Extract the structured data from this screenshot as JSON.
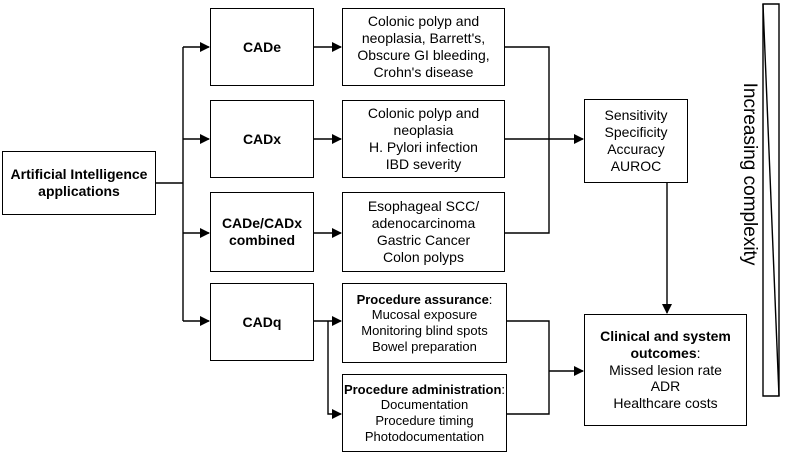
{
  "root": {
    "line1": "Artificial Intelligence",
    "line2": "applications"
  },
  "categories": {
    "cade": "CADe",
    "cadx": "CADx",
    "combined_line1": "CADe/CADx",
    "combined_line2": "combined",
    "cadq": "CADq"
  },
  "cade_apps": [
    "Colonic polyp and",
    "neoplasia, Barrett's,",
    "Obscure GI bleeding,",
    "Crohn's disease"
  ],
  "cadx_apps": [
    "Colonic polyp and",
    "neoplasia",
    "H. Pylori infection",
    "IBD severity"
  ],
  "combined_apps": [
    "Esophageal SCC/",
    "adenocarcinoma",
    "Gastric Cancer",
    "Colon polyps"
  ],
  "procedure_assurance": {
    "title": "Procedure assurance",
    "items": [
      "Mucosal exposure",
      "Monitoring blind spots",
      "Bowel preparation"
    ]
  },
  "procedure_administration": {
    "title": "Procedure administration",
    "items": [
      "Documentation",
      "Procedure timing",
      "Photodocumentation"
    ]
  },
  "metrics": [
    "Sensitivity",
    "Specificity",
    "Accuracy",
    "AUROC"
  ],
  "outcomes": {
    "title_line1": "Clinical and system",
    "title_line2": "outcomes",
    "items": [
      "Missed lesion rate",
      "ADR",
      "Healthcare costs"
    ]
  },
  "complexity_label": "Increasing complexity"
}
